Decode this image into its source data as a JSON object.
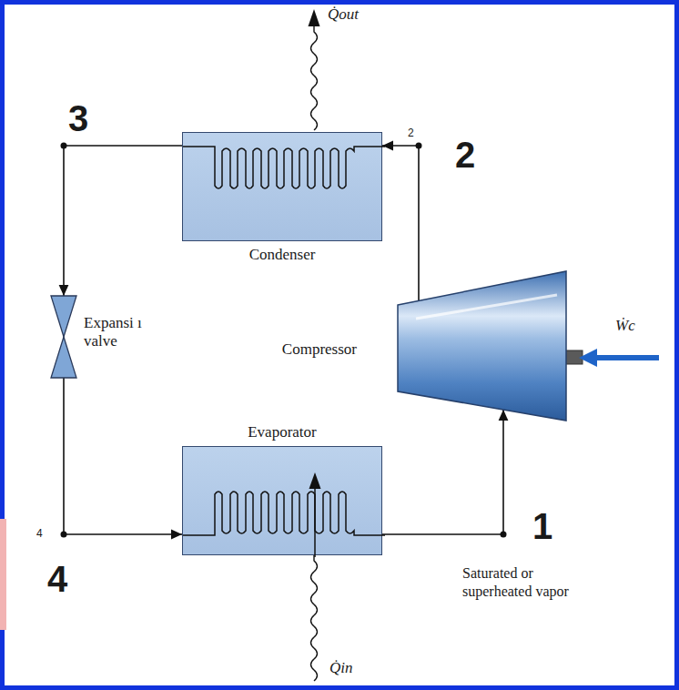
{
  "diagram": {
    "nodes": [
      {
        "text": [
          "Condenser"
        ]
      },
      {
        "text": [
          "Expansi ı valve"
        ]
      },
      {
        "text": [
          "Compressor"
        ]
      },
      {
        "text": [
          "Evaporator"
        ]
      }
    ],
    "edges": [
      {
        "from": 2,
        "to": 0,
        "arrow": "to"
      },
      {
        "from": 0,
        "to": 1,
        "arrow": "to"
      },
      {
        "from": 1,
        "to": 3,
        "arrow": "to"
      },
      {
        "from": 3,
        "to": 2,
        "arrow": "to"
      }
    ],
    "labels": [
      "Q̇out",
      "3",
      "2",
      "2",
      "Ẇc",
      "4",
      "4",
      "1",
      "Saturated or superheated vapor",
      "Q̇in"
    ]
  }
}
